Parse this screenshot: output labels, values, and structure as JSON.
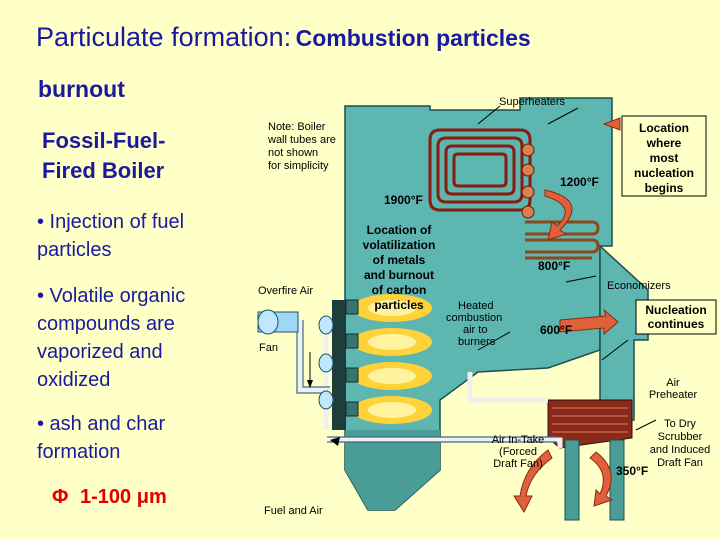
{
  "slide": {
    "title_main": "Particulate formation:",
    "title_sub": "Combustion particles",
    "title_cont": "burnout",
    "boiler_title_1": "Fossil-Fuel-",
    "boiler_title_2": "Fired Boiler",
    "bullets": [
      [
        "• Injection of fuel",
        "particles"
      ],
      [
        "• Volatile organic",
        "compounds are",
        "vaporized and",
        "oxidized"
      ],
      [
        "• ash and  char",
        "formation"
      ]
    ],
    "size_symbol": "Φ",
    "size_range": "1-100",
    "size_unit": "μm"
  },
  "diagram": {
    "superheaters": "Superheaters",
    "note": [
      "Note:  Boiler",
      "wall tubes are",
      "not shown",
      "for simplicity"
    ],
    "location_nucleation": [
      "Location",
      "where",
      "most",
      "nucleation",
      "begins"
    ],
    "temp_1200": "1200°F",
    "temp_1900": "1900°F",
    "volatilization": [
      "Location of",
      "volatilization",
      "of metals",
      "and burnout",
      "of carbon",
      "particles"
    ],
    "temp_800": "800°F",
    "economizers": "Economizers",
    "overfire_air": "Overfire Air",
    "heated_air": [
      "Heated",
      "combustion",
      "air to",
      "burners"
    ],
    "temp_600": "600°F",
    "nucleation_continues": [
      "Nucleation",
      "continues"
    ],
    "fan": "Fan",
    "air_preheater": [
      "Air",
      "Preheater"
    ],
    "scrubber": [
      "To Dry",
      "Scrubber",
      "and Induced",
      "Draft Fan"
    ],
    "air_intake": [
      "Air In-Take",
      "(Forced",
      "Draft Fan)"
    ],
    "temp_350": "350°F",
    "fuel_and_air": "Fuel and Air"
  }
}
